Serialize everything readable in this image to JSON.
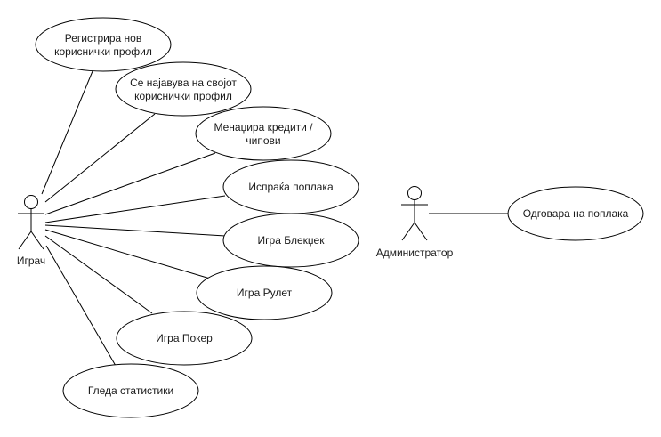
{
  "diagram": {
    "type": "uml-use-case",
    "actors": [
      {
        "id": "player",
        "label": "Играч"
      },
      {
        "id": "admin",
        "label": "Администратор"
      }
    ],
    "use_cases": [
      {
        "id": "register",
        "lines": [
          "Регистрира нов",
          "кориснички профил"
        ]
      },
      {
        "id": "login",
        "lines": [
          "Се најавува на својот",
          "кориснички профил"
        ]
      },
      {
        "id": "credits",
        "lines": [
          "Менаџира кредити /",
          "чипови"
        ]
      },
      {
        "id": "complaint",
        "lines": [
          "Испраќа поплака"
        ]
      },
      {
        "id": "blackjack",
        "lines": [
          "Игра Блекџек"
        ]
      },
      {
        "id": "roulette",
        "lines": [
          "Игра Рулет"
        ]
      },
      {
        "id": "poker",
        "lines": [
          "Игра Покер"
        ]
      },
      {
        "id": "stats",
        "lines": [
          "Гледа статистики"
        ]
      },
      {
        "id": "reply",
        "lines": [
          "Одговара на поплака"
        ]
      }
    ],
    "associations": [
      {
        "from": "player",
        "to": "register"
      },
      {
        "from": "player",
        "to": "login"
      },
      {
        "from": "player",
        "to": "credits"
      },
      {
        "from": "player",
        "to": "complaint"
      },
      {
        "from": "player",
        "to": "blackjack"
      },
      {
        "from": "player",
        "to": "roulette"
      },
      {
        "from": "player",
        "to": "poker"
      },
      {
        "from": "player",
        "to": "stats"
      },
      {
        "from": "admin",
        "to": "reply"
      }
    ],
    "colors": {
      "stroke": "#000000",
      "fill": "#ffffff",
      "text": "#1a1a1a"
    }
  }
}
